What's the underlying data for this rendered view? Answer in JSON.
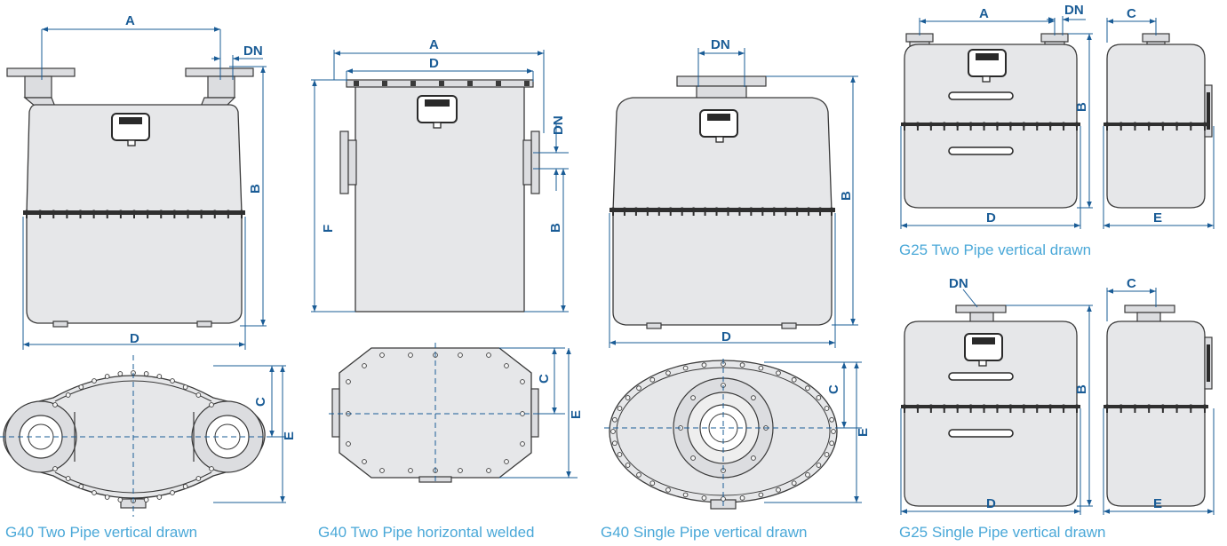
{
  "captions": {
    "g40_two_pipe_vertical": "G40 Two Pipe vertical drawn",
    "g40_two_pipe_horizontal": "G40 Two Pipe horizontal welded",
    "g40_single_pipe_vertical": "G40 Single Pipe vertical drawn",
    "g25_two_pipe_vertical": "G25 Two Pipe vertical drawn",
    "g25_single_pipe_vertical": "G25 Single Pipe vertical drawn"
  },
  "dimension_labels": {
    "A": "A",
    "B": "B",
    "C": "C",
    "D": "D",
    "E": "E",
    "F": "F",
    "DN": "DN"
  },
  "colors": {
    "dimension": "#1a5c96",
    "caption": "#4aa8d8",
    "body_fill": "#e6e7e9",
    "outline": "#3a3a3a"
  }
}
